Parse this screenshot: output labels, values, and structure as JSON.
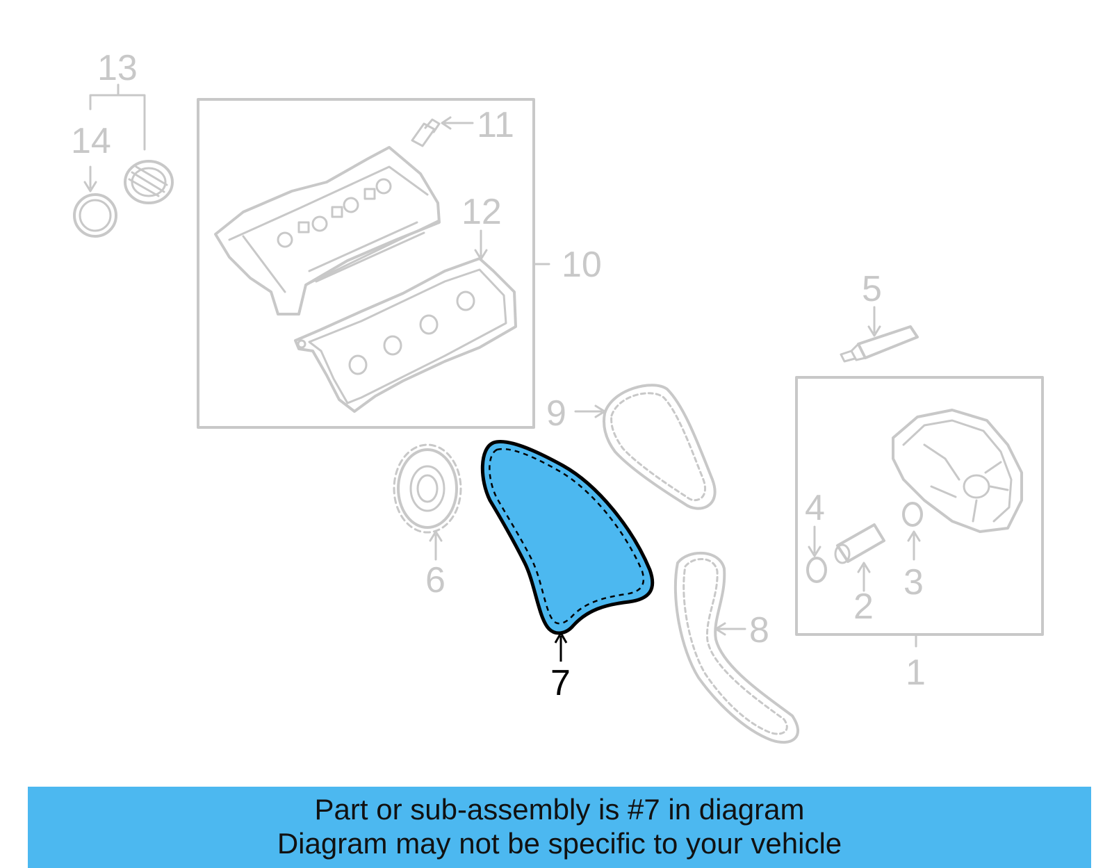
{
  "callouts": {
    "c1": "1",
    "c2": "2",
    "c3": "3",
    "c4": "4",
    "c5": "5",
    "c6": "6",
    "c7": "7",
    "c8": "8",
    "c9": "9",
    "c10": "10",
    "c11": "11",
    "c12": "12",
    "c13": "13",
    "c14": "14"
  },
  "highlighted_part": "7",
  "colors": {
    "highlight": "#4cb8f0",
    "muted": "#c8c8c8",
    "outline": "#000000"
  },
  "banner": {
    "line1": "Part or sub-assembly is #7 in diagram",
    "line2": "Diagram may not be specific to your vehicle"
  }
}
